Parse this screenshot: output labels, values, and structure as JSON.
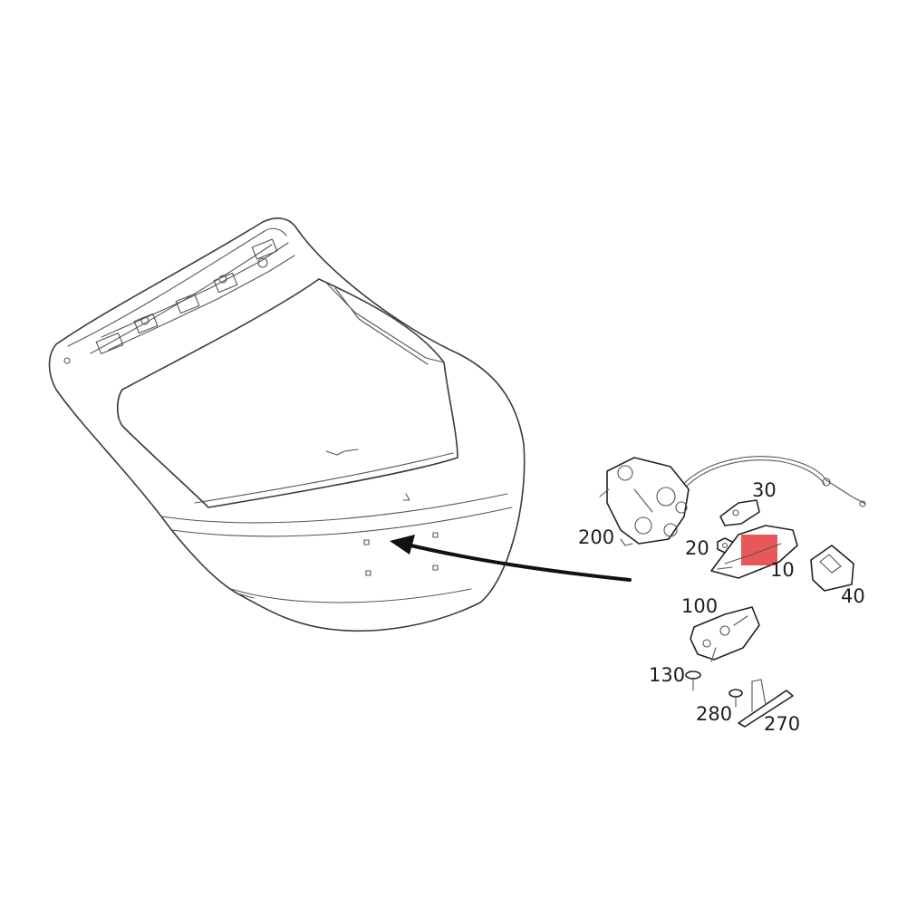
{
  "callouts": [
    {
      "id": "200",
      "text": "200"
    },
    {
      "id": "30",
      "text": "30"
    },
    {
      "id": "20",
      "text": "20"
    },
    {
      "id": "10",
      "text": "10"
    },
    {
      "id": "40",
      "text": "40"
    },
    {
      "id": "100",
      "text": "100"
    },
    {
      "id": "130",
      "text": "130"
    },
    {
      "id": "280",
      "text": "280"
    },
    {
      "id": "270",
      "text": "270"
    }
  ],
  "colors": {
    "highlight": "#e02020",
    "line": "#3a3a3a",
    "background": "#ffffff"
  }
}
